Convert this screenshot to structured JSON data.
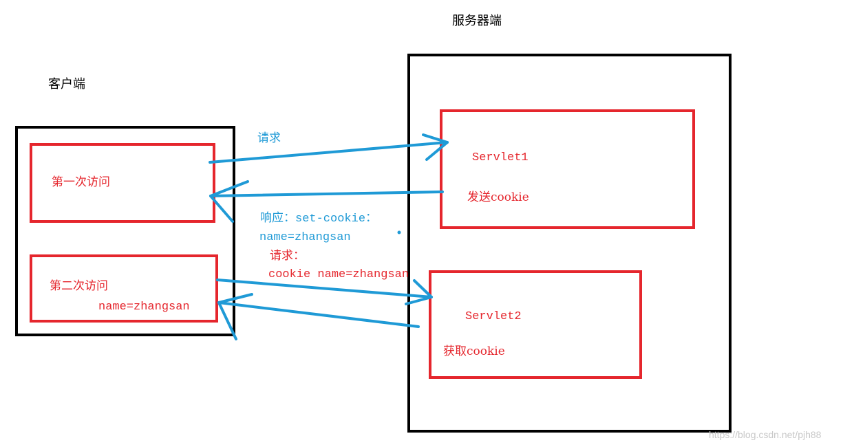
{
  "server_title": "服务器端",
  "client_title": "客户端",
  "client": {
    "first_visit": "第一次访问",
    "second_visit": "第二次访问",
    "second_visit_value": "name=zhangsan"
  },
  "server": {
    "servlet1": {
      "name": "Servlet1",
      "action": "发送cookie"
    },
    "servlet2": {
      "name": "Servlet2",
      "action": "获取cookie"
    }
  },
  "messages": {
    "request1": "请求",
    "response1_line1": "响应：set-cookie：",
    "response1_line2": "name=zhangsan",
    "request2_line1": "请求：",
    "request2_line2": "cookie  name=zhangsan"
  },
  "watermark": "https://blog.csdn.net/pjh88",
  "colors": {
    "black": "#000000",
    "red": "#e5262d",
    "blue": "#1f9ad6"
  }
}
